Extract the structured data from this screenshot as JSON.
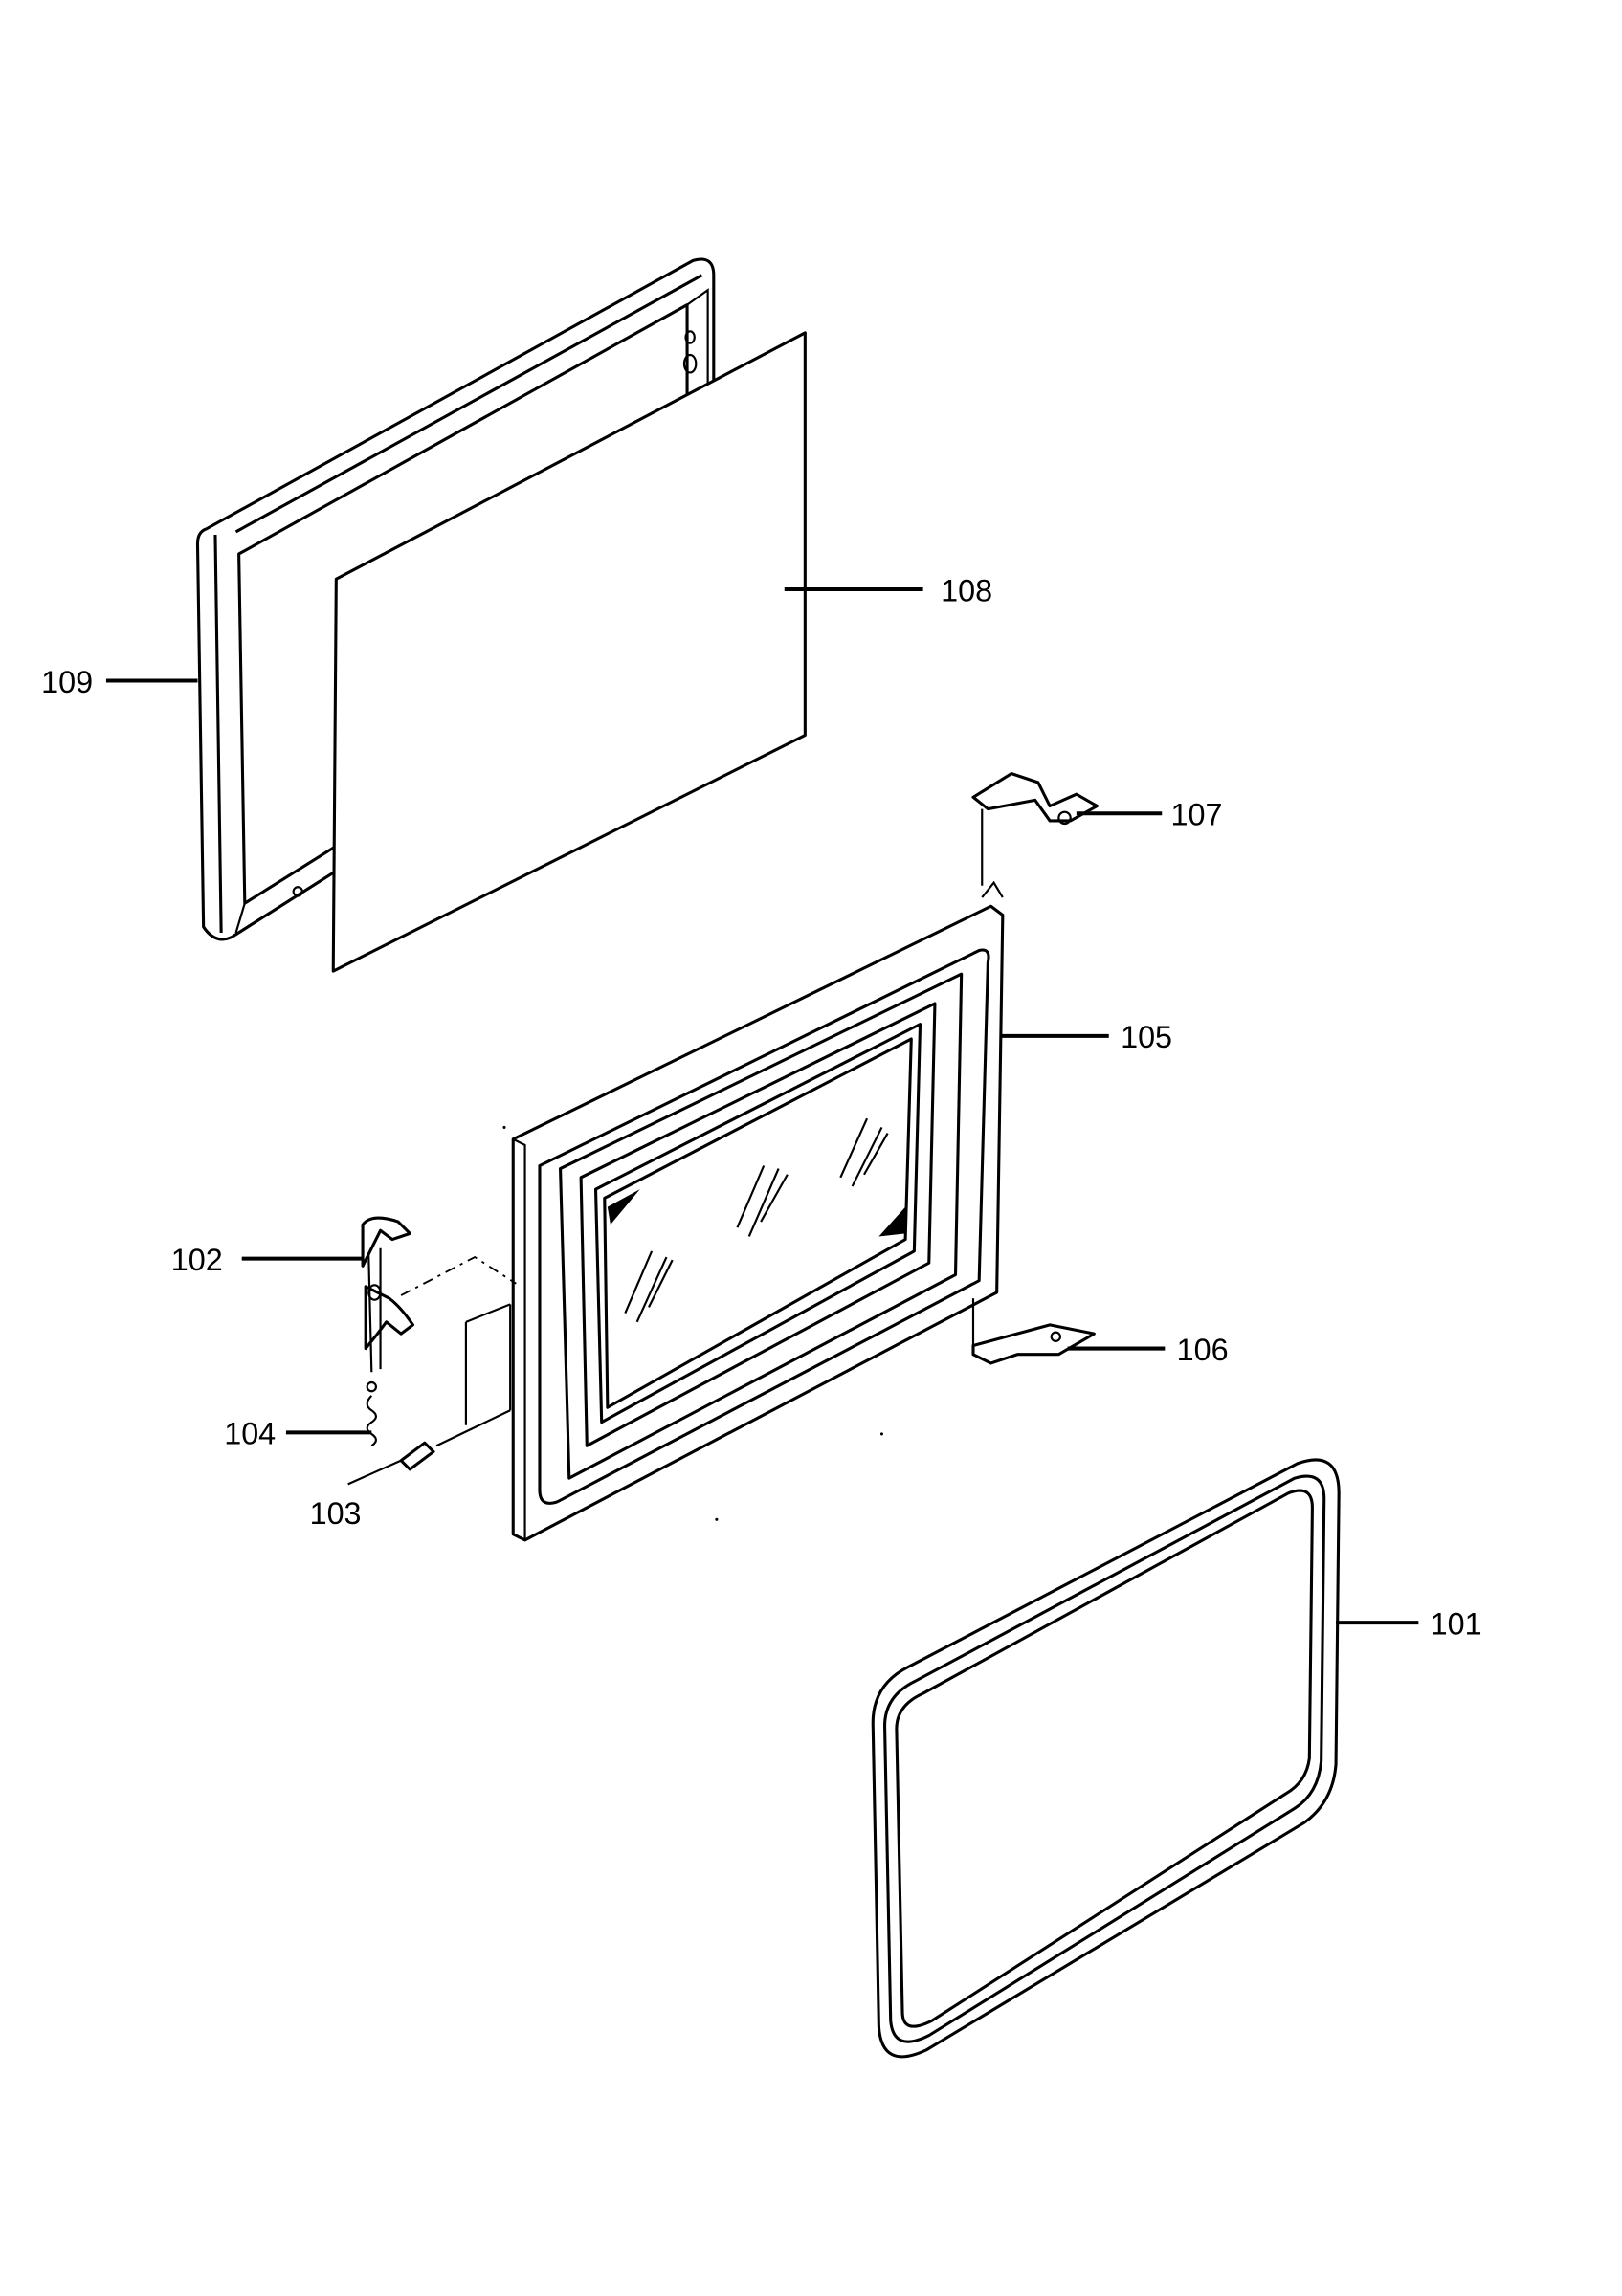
{
  "diagram": {
    "callouts": [
      {
        "id": "109",
        "text": "109"
      },
      {
        "id": "108",
        "text": "108"
      },
      {
        "id": "107",
        "text": "107"
      },
      {
        "id": "105",
        "text": "105"
      },
      {
        "id": "102",
        "text": "102"
      },
      {
        "id": "106",
        "text": "106"
      },
      {
        "id": "104",
        "text": "104"
      },
      {
        "id": "103",
        "text": "103"
      },
      {
        "id": "101",
        "text": "101"
      }
    ]
  }
}
